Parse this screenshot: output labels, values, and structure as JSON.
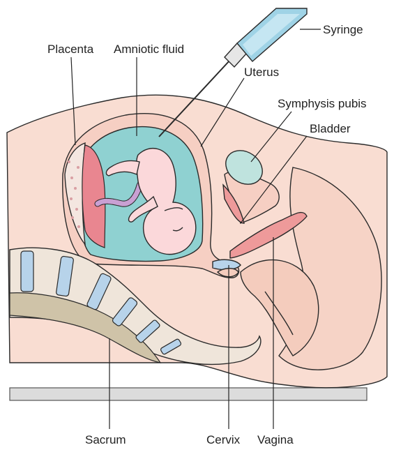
{
  "labels": {
    "syringe": "Syringe",
    "placenta": "Placenta",
    "amniotic_fluid": "Amniotic fluid",
    "uterus": "Uterus",
    "symphysis_pubis": "Symphysis pubis",
    "bladder": "Bladder",
    "sacrum": "Sacrum",
    "cervix": "Cervix",
    "vagina": "Vagina"
  },
  "colors": {
    "skin": "#f9ddd2",
    "skin_dark": "#f3cfc0",
    "fluid": "#8ed0d0",
    "fetus": "#fbd7d9",
    "placenta": "#e8808a",
    "bone": "#f1e6dc",
    "disc": "#b7d3ea",
    "cord": "#caa1d4",
    "syringe_body": "#9fd3e6",
    "bladder": "#bfe3de",
    "table": "#d9d9d9"
  }
}
